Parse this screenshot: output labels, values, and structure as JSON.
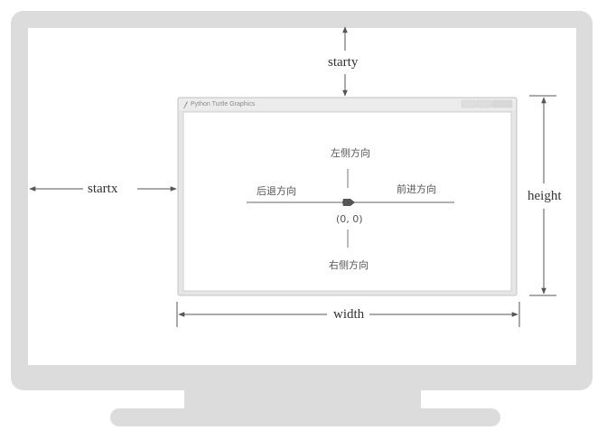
{
  "window": {
    "title": "Python Turtle Graphics"
  },
  "dimensions": {
    "startx": "startx",
    "starty": "starty",
    "width": "width",
    "height": "height"
  },
  "directions": {
    "left": "左侧方向",
    "right": "右侧方向",
    "forward": "前进方向",
    "backward": "后退方向"
  },
  "origin": {
    "label": "(0, 0)"
  },
  "colors": {
    "monitor_frame": "#d9d9d9",
    "window_border": "#c8c8c8",
    "line": "#666666",
    "text": "#333333",
    "turtle": "#555555"
  }
}
